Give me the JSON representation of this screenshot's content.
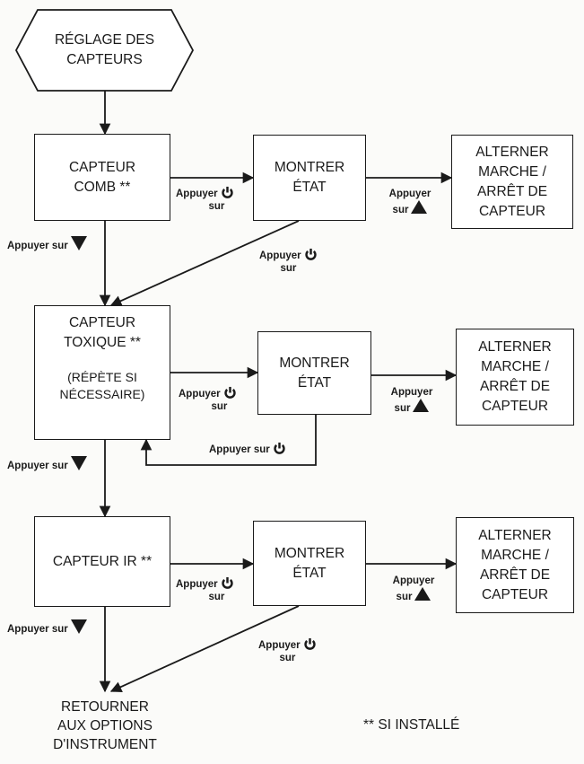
{
  "start": {
    "label": "RÉGLAGE DES\nCAPTEURS"
  },
  "rows": [
    {
      "sensor": "CAPTEUR\nCOMB **",
      "sensor_note": "",
      "status": "MONTRER\nÉTAT",
      "toggle": "ALTERNER\nMARCHE /\nARRÊT DE\nCAPTEUR",
      "to_status": {
        "line1": "Appuyer",
        "line2": "sur",
        "icon": "power-icon"
      },
      "to_toggle": {
        "line1": "Appuyer",
        "line2": "sur",
        "icon": "up-triangle-icon"
      },
      "back": {
        "line1": "Appuyer",
        "line2": "sur",
        "icon": "power-icon"
      },
      "down": {
        "text": "Appuyer sur",
        "icon": "down-triangle-icon"
      }
    },
    {
      "sensor": "CAPTEUR\nTOXIQUE **",
      "sensor_note": "(RÉPÈTE SI\nNÉCESSAIRE)",
      "status": "MONTRER\nÉTAT",
      "toggle": "ALTERNER\nMARCHE /\nARRÊT DE\nCAPTEUR",
      "to_status": {
        "line1": "Appuyer",
        "line2": "sur",
        "icon": "power-icon"
      },
      "to_toggle": {
        "line1": "Appuyer",
        "line2": "sur",
        "icon": "up-triangle-icon"
      },
      "back": {
        "text": "Appuyer sur",
        "icon": "power-icon"
      },
      "down": {
        "text": "Appuyer sur",
        "icon": "down-triangle-icon"
      }
    },
    {
      "sensor": "CAPTEUR IR **",
      "sensor_note": "",
      "status": "MONTRER\nÉTAT",
      "toggle": "ALTERNER\nMARCHE /\nARRÊT DE\nCAPTEUR",
      "to_status": {
        "line1": "Appuyer",
        "line2": "sur",
        "icon": "power-icon"
      },
      "to_toggle": {
        "line1": "Appuyer",
        "line2": "sur",
        "icon": "up-triangle-icon"
      },
      "back": {
        "line1": "Appuyer",
        "line2": "sur",
        "icon": "power-icon"
      },
      "down": {
        "text": "Appuyer sur",
        "icon": "down-triangle-icon"
      }
    }
  ],
  "end": {
    "label": "RETOURNER\nAUX OPTIONS\nD'INSTRUMENT"
  },
  "footnote": "** SI INSTALLÉ"
}
